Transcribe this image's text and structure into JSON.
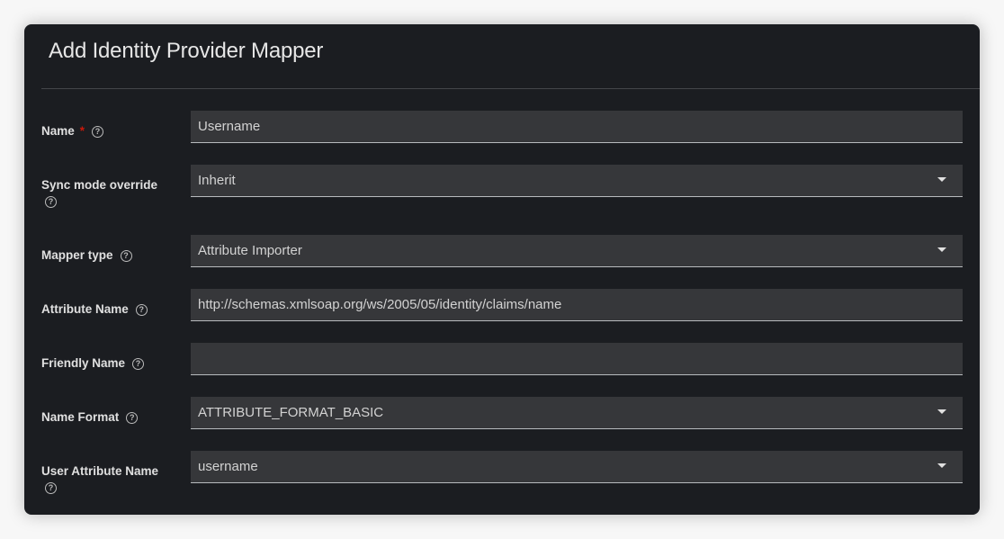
{
  "dialog": {
    "title": "Add Identity Provider Mapper"
  },
  "fields": [
    {
      "label": "Name",
      "required": "*",
      "help": "?",
      "value": "Username",
      "type": "text"
    },
    {
      "label": "Sync mode override",
      "help": "?",
      "value": "Inherit",
      "type": "select"
    },
    {
      "label": "Mapper type",
      "help": "?",
      "value": "Attribute Importer",
      "type": "select"
    },
    {
      "label": "Attribute Name",
      "help": "?",
      "value": "http://schemas.xmlsoap.org/ws/2005/05/identity/claims/name",
      "type": "text"
    },
    {
      "label": "Friendly Name",
      "help": "?",
      "value": "",
      "type": "text"
    },
    {
      "label": "Name Format",
      "help": "?",
      "value": "ATTRIBUTE_FORMAT_BASIC",
      "type": "select"
    },
    {
      "label": "User Attribute Name",
      "help": "?",
      "value": "username",
      "type": "select"
    }
  ]
}
